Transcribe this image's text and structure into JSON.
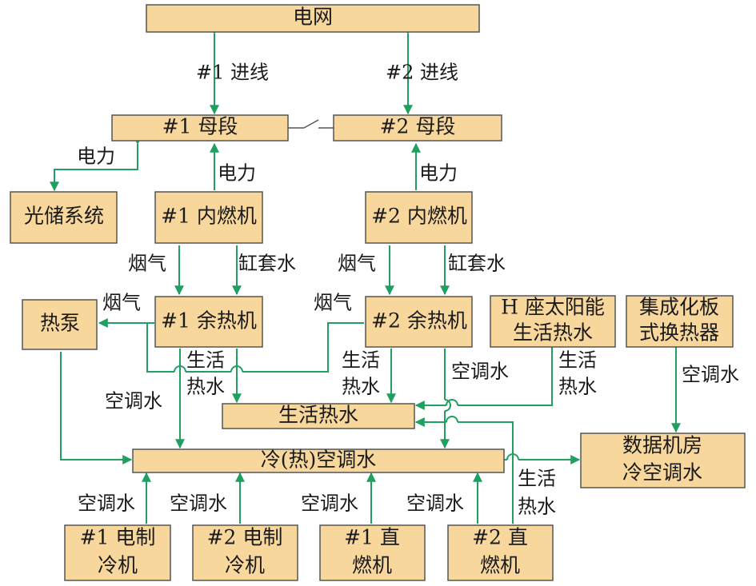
{
  "colors": {
    "box_fill": "#f7d79c",
    "box_border": "#555555",
    "flow_line": "#1fa060"
  },
  "nodes": {
    "grid": "电网",
    "bus1": "#1 母段",
    "bus2": "#2 母段",
    "pv_storage": "光储系统",
    "engine1": "#1 内燃机",
    "engine2": "#2 内燃机",
    "heat_pump": "热泵",
    "recovery1": "#1 余热机",
    "recovery2": "#2 余热机",
    "solar_hot_water": [
      "H 座太阳能",
      "生活热水"
    ],
    "plate_exchanger": [
      "集成化板",
      "式换热器"
    ],
    "domestic_hot_water": "生活热水",
    "hvac_water": "冷(热)空调水",
    "dc_cooling": [
      "数据机房",
      "冷空调水"
    ],
    "chiller1": [
      "#1 电制",
      "冷机"
    ],
    "chiller2": [
      "#2 电制",
      "冷机"
    ],
    "direct_fired1": [
      "#1 直",
      "燃机"
    ],
    "direct_fired2": [
      "#2 直",
      "燃机"
    ]
  },
  "labels": {
    "incoming1": "#1 进线",
    "incoming2": "#2 进线",
    "power_pv": "电力",
    "power_engine1": "电力",
    "power_engine2": "电力",
    "flue_gas_e1": "烟气",
    "jacket_water_e1": "缸套水",
    "flue_gas_e2": "烟气",
    "jacket_water_e2": "缸套水",
    "flue_gas_heatpump": "烟气",
    "flue_gas_r2": "烟气",
    "dhw_r1": [
      "生活",
      "热水"
    ],
    "dhw_r2": [
      "生活",
      "热水"
    ],
    "dhw_solar": [
      "生活",
      "热水"
    ],
    "dhw_df2": [
      "生活",
      "热水"
    ],
    "chw_r1": "空调水",
    "chw_r2": "空调水",
    "chw_exchanger": "空调水",
    "chw_chiller1": "空调水",
    "chw_chiller2": "空调水",
    "chw_df1": "空调水",
    "chw_df2": "空调水"
  }
}
